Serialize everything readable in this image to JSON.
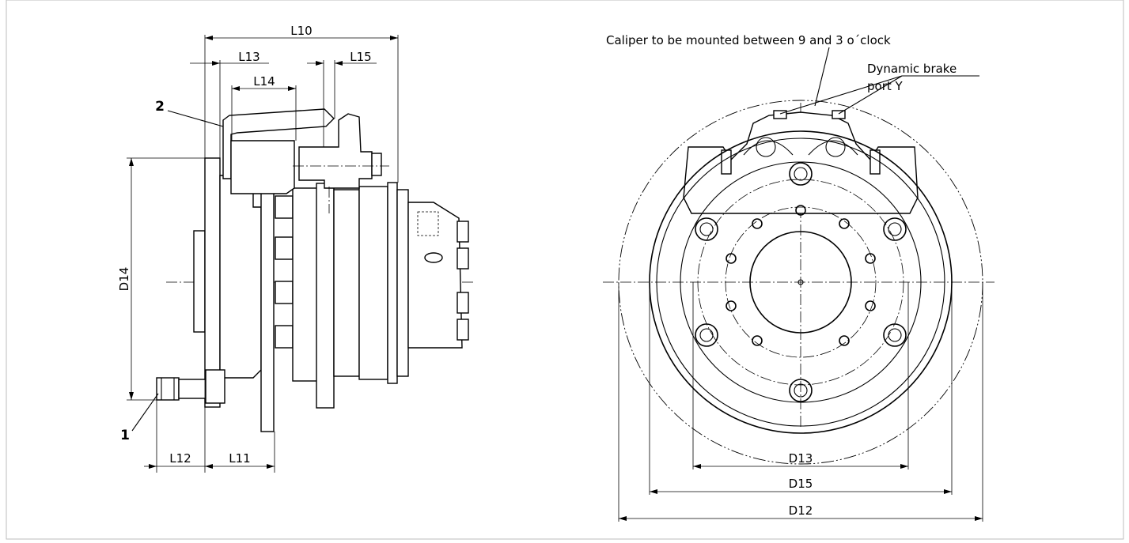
{
  "side_view": {
    "dimensions": {
      "L10": "L10",
      "L13": "L13",
      "L14": "L14",
      "L15": "L15",
      "L11": "L11",
      "L12": "L12",
      "D14": "D14"
    },
    "callouts": {
      "item1": "1",
      "item2": "2"
    }
  },
  "front_view": {
    "notes": {
      "caliper": "Caliper to be mounted between 9 and 3 o´clock",
      "brake_line1": "Dynamic brake",
      "brake_line2": "port Y"
    },
    "dimensions": {
      "D13": "D13",
      "D15": "D15",
      "D12": "D12"
    }
  }
}
